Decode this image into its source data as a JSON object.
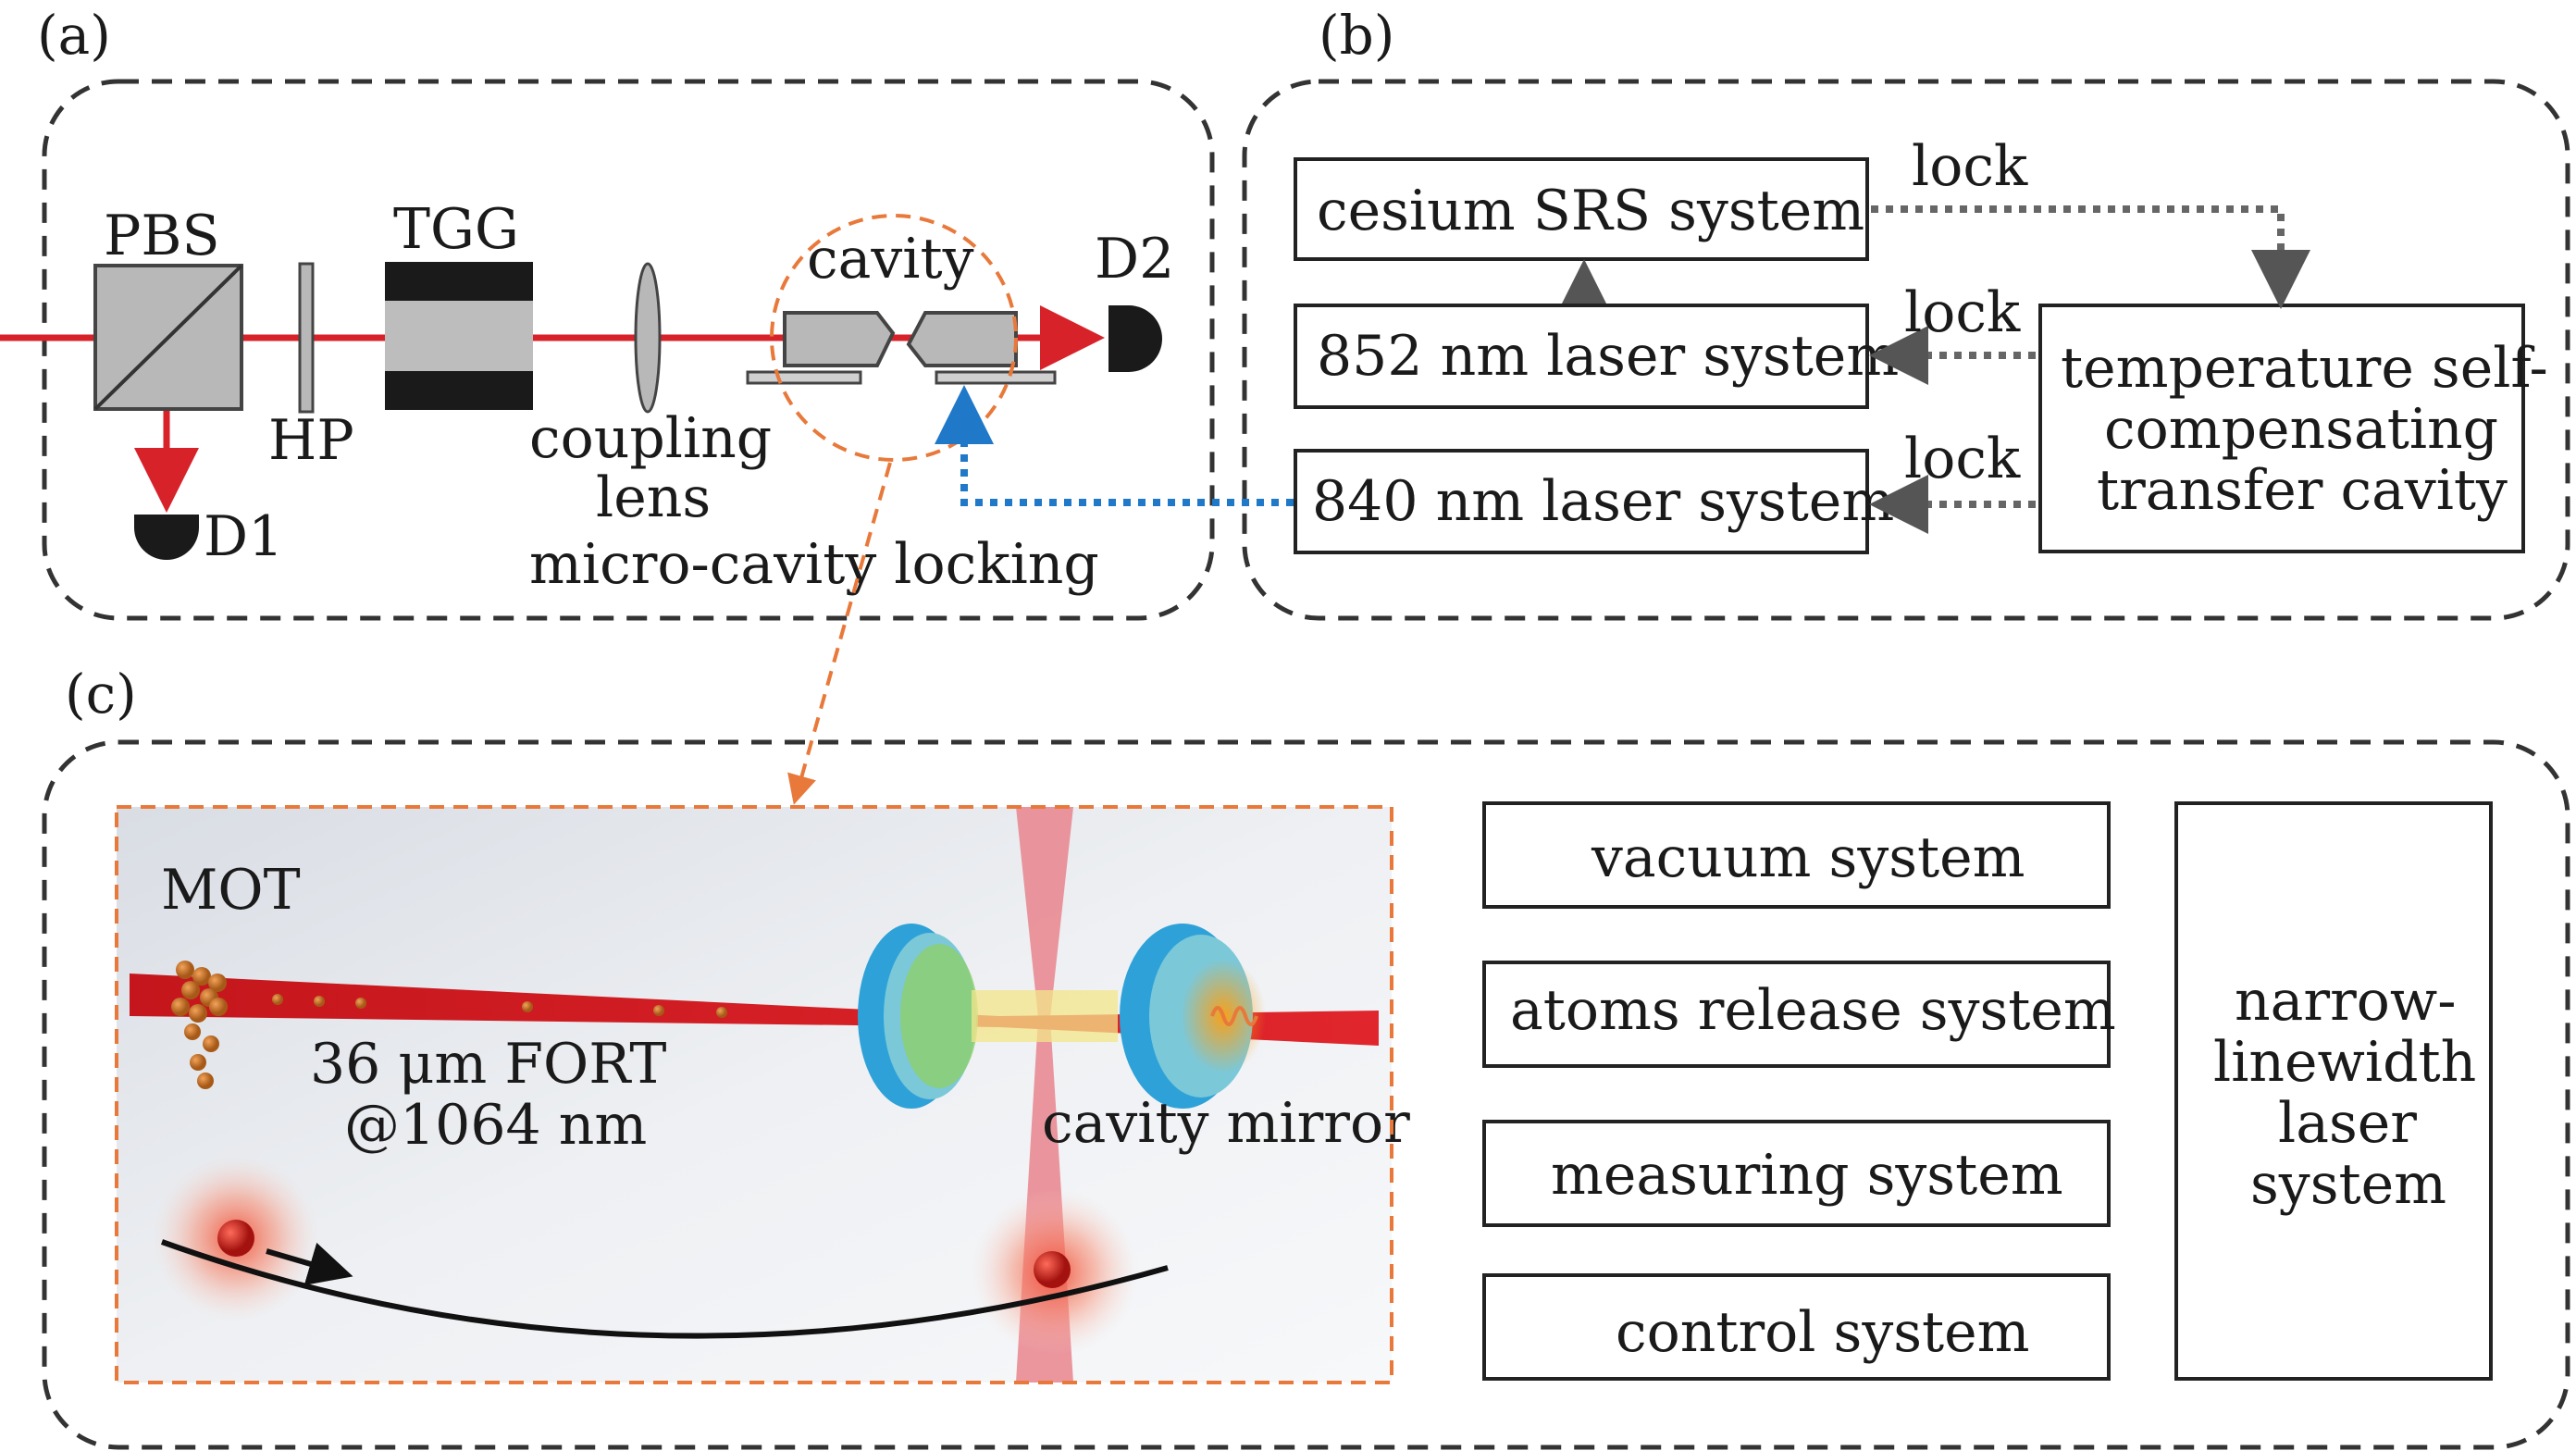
{
  "panels": {
    "a": {
      "label": "(a)",
      "components": {
        "pbs": "PBS",
        "hp": "HP",
        "tgg": "TGG",
        "cavity": "cavity",
        "d2": "D2",
        "d1": "D1",
        "coupling_lens_line1": "coupling",
        "coupling_lens_line2": "lens",
        "micro_cavity_locking": "micro-cavity locking"
      }
    },
    "b": {
      "label": "(b)",
      "boxes": {
        "cesium": "cesium SRS system",
        "laser852": "852 nm laser system",
        "laser840": "840 nm laser system",
        "transfer_line1": "temperature self-",
        "transfer_line2": "compensating",
        "transfer_line3": "transfer cavity"
      },
      "lock_labels": [
        "lock",
        "lock",
        "lock"
      ]
    },
    "c": {
      "label": "(c)",
      "inset": {
        "mot": "MOT",
        "fort_line1": "36 μm FORT",
        "fort_line2": "@1064 nm",
        "cavity_mirror": "cavity mirror"
      },
      "boxes": {
        "vacuum": "vacuum system",
        "atoms_release": "atoms release system",
        "measuring": "measuring system",
        "control": "control system",
        "narrow_line1": "narrow-",
        "narrow_line2": "linewidth",
        "narrow_line3": "laser",
        "narrow_line4": "system"
      }
    }
  },
  "colors": {
    "beam": "#d8222a",
    "locking_link": "#1f78c8",
    "zoom_link": "#e8793a",
    "dashed_border": "#333333",
    "mirror_blue": "#3cb3e3",
    "atom": "#c0392b"
  }
}
